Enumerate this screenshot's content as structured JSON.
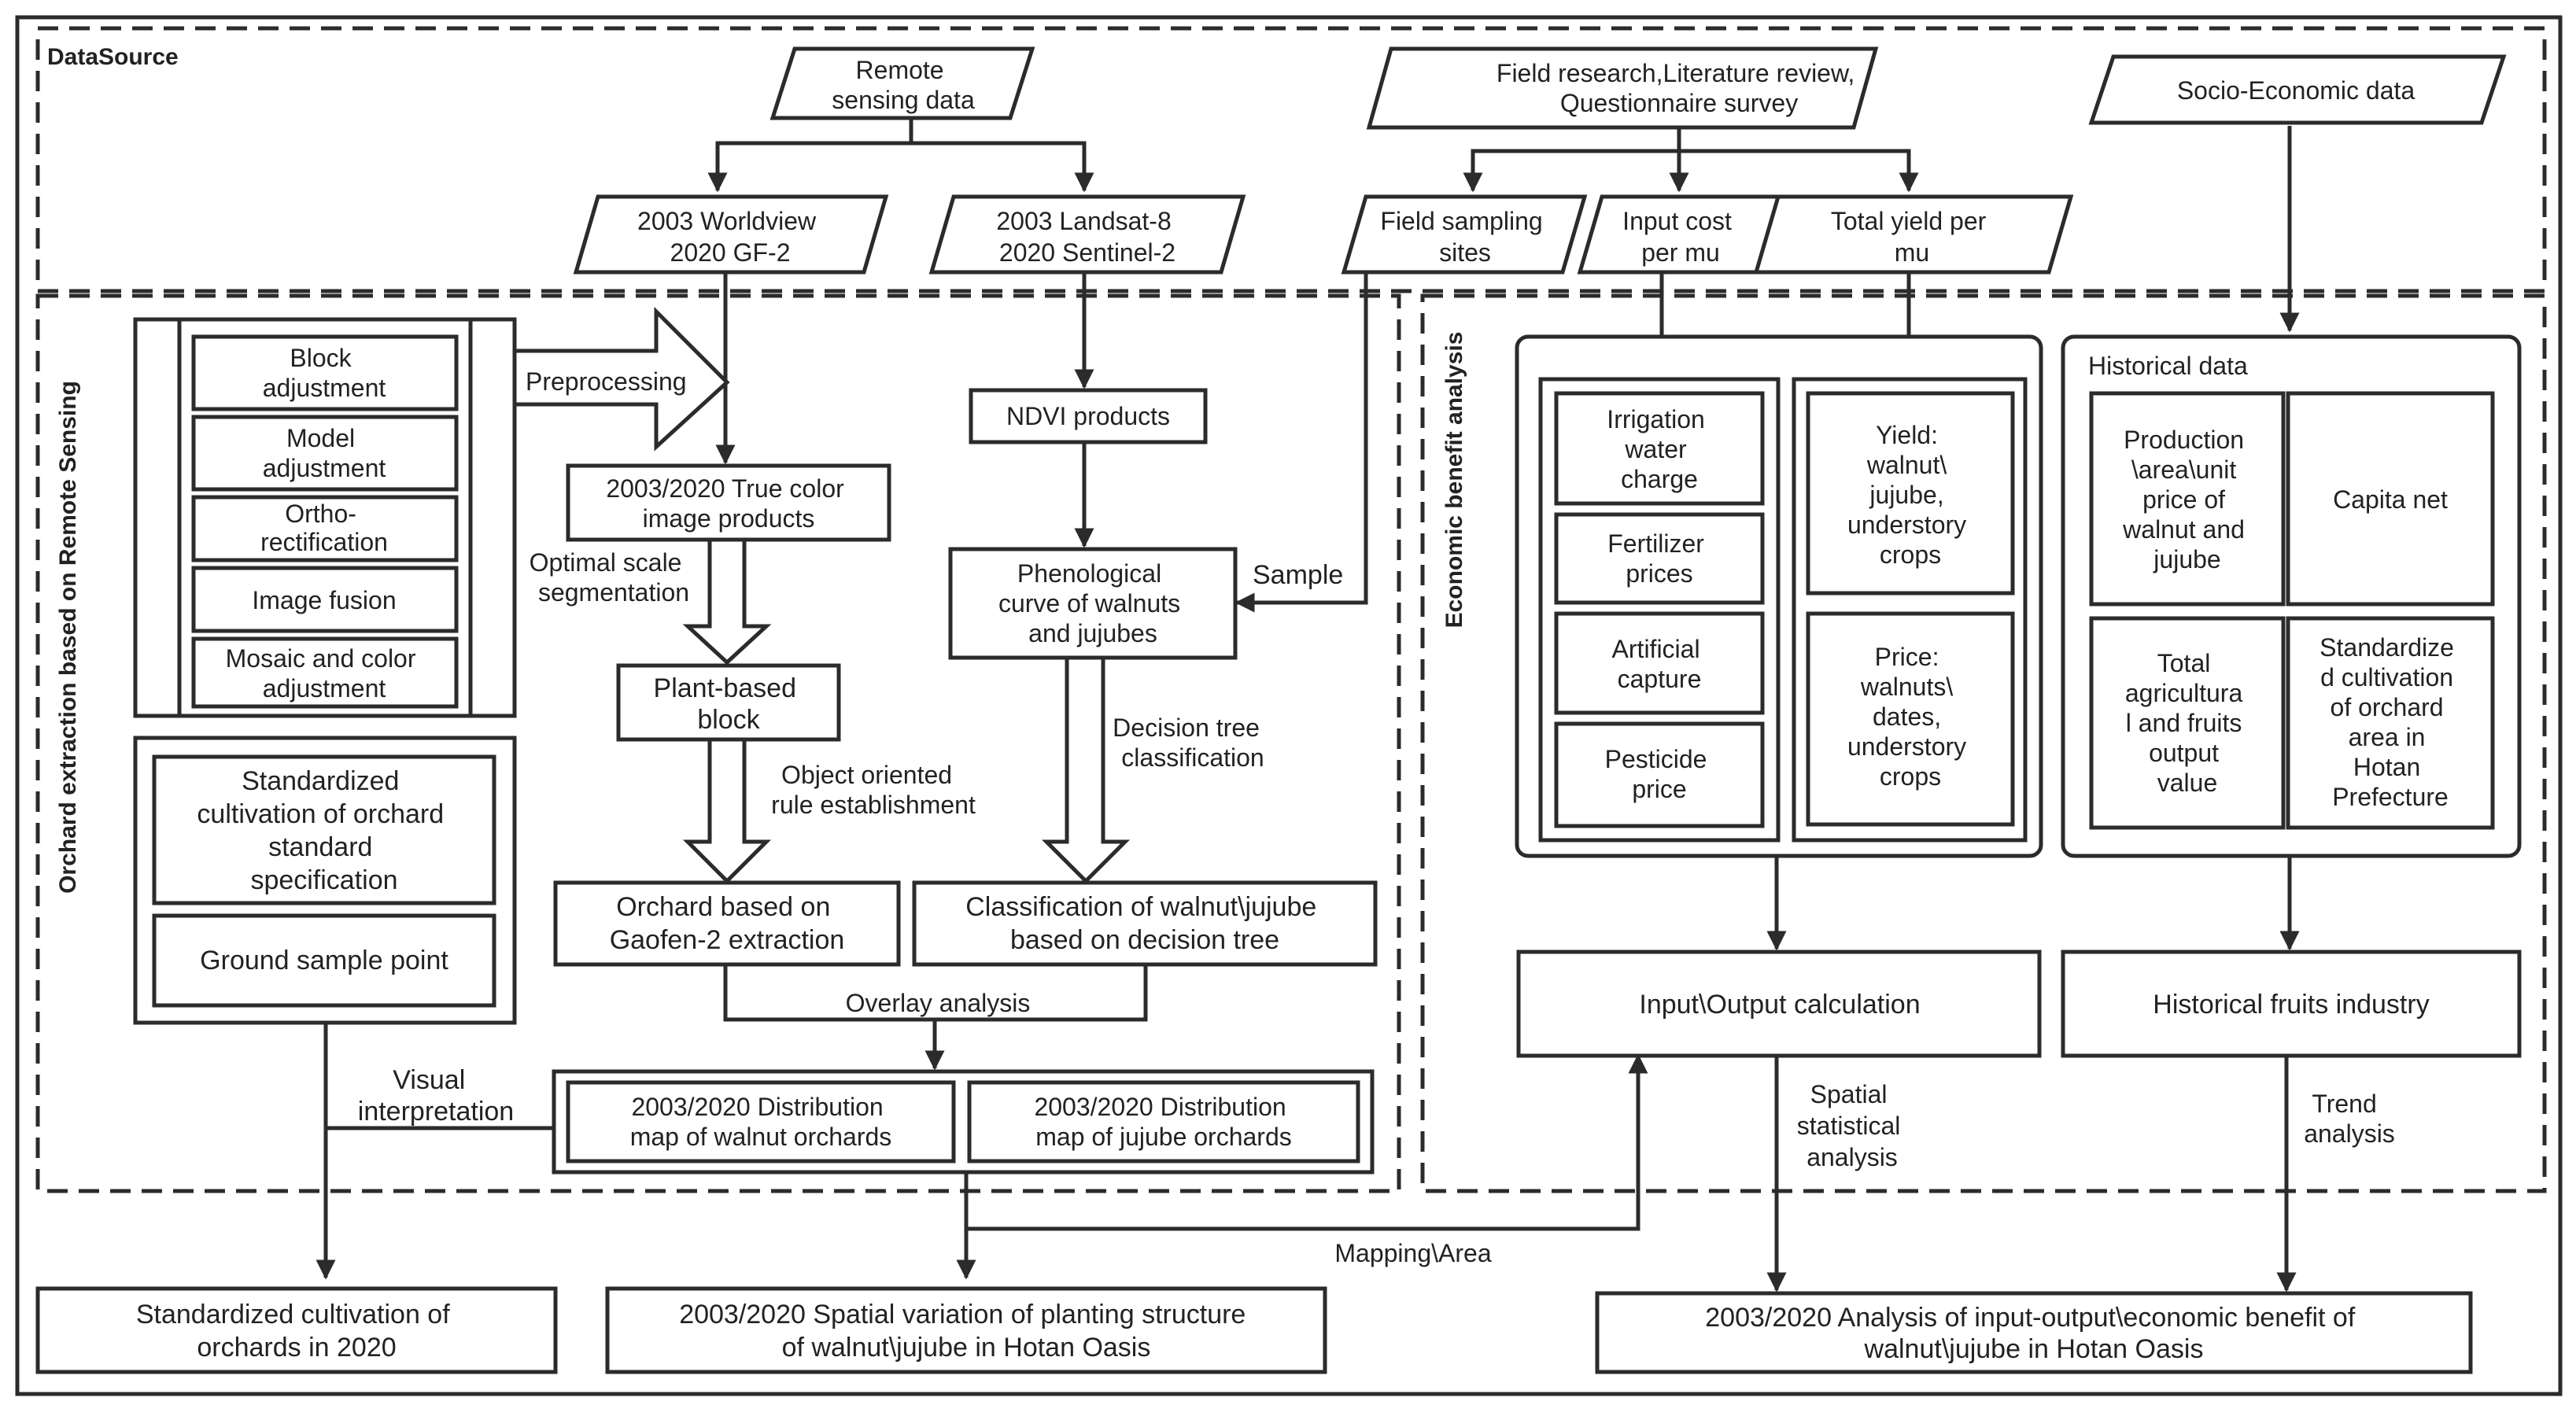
{
  "sections": {
    "datasource": "DataSource",
    "orchard": "Orchard extraction based on Remote Sensing",
    "economic": "Economic benefit analysis"
  },
  "sources": {
    "remote": [
      "Remote",
      "sensing data"
    ],
    "field": [
      "Field research,Literature review,",
      "Questionnaire survey"
    ],
    "socio": [
      "Socio-Economic data"
    ],
    "worldview": [
      "2003 Worldview",
      "2020 GF-2"
    ],
    "landsat": [
      "2003 Landsat-8",
      "2020 Sentinel-2"
    ],
    "sampling": [
      "Field sampling",
      "sites"
    ],
    "input_cost": [
      "Input cost",
      "per mu"
    ],
    "total_yield": [
      "Total yield per",
      "mu"
    ]
  },
  "preprocessing": {
    "steps": [
      [
        "Block",
        "adjustment"
      ],
      [
        "Model",
        "adjustment"
      ],
      [
        "Ortho-",
        "rectification"
      ],
      [
        "Image fusion"
      ],
      [
        "Mosaic and color",
        "adjustment"
      ]
    ],
    "arrow_label": "Preprocessing"
  },
  "standards": {
    "spec": [
      "Standardized",
      "cultivation of orchard",
      "standard",
      "specification"
    ],
    "ground": [
      "Ground sample point"
    ]
  },
  "process": {
    "true_color": [
      "2003/2020 True color",
      "image products"
    ],
    "ndvi": [
      "NDVI products"
    ],
    "phenology": [
      "Phenological",
      "curve of walnuts",
      "and jujubes"
    ],
    "plant_block": [
      "Plant-based",
      "block"
    ],
    "orchard_gf2": [
      "Orchard based on",
      "Gaofen-2 extraction"
    ],
    "classification": [
      "Classification of walnut\\jujube",
      "based on decision tree"
    ],
    "walnut_map": [
      "2003/2020 Distribution",
      "map of walnut orchards"
    ],
    "jujube_map": [
      "2003/2020 Distribution",
      "map of jujube orchards"
    ]
  },
  "edge_labels": {
    "segmentation": [
      "Optimal scale",
      "segmentation"
    ],
    "rule": [
      "Object oriented",
      "rule establishment"
    ],
    "decision": [
      "Decision tree",
      "classification"
    ],
    "sample": [
      "Sample"
    ],
    "overlay": [
      "Overlay analysis"
    ],
    "visual": [
      "Visual",
      "interpretation"
    ],
    "mapping": [
      "Mapping\\Area"
    ],
    "spatial_stat": [
      "Spatial",
      "statistical",
      "analysis"
    ],
    "trend": [
      "Trend",
      "analysis"
    ]
  },
  "economic": {
    "cost_items": [
      [
        "Irrigation",
        "water",
        "charge"
      ],
      [
        "Fertilizer",
        "prices"
      ],
      [
        "Artificial",
        "capture"
      ],
      [
        "Pesticide",
        "price"
      ]
    ],
    "yield": [
      "Yield:",
      "walnut\\",
      "jujube,",
      "understory",
      "crops"
    ],
    "price": [
      "Price:",
      "walnuts\\",
      "dates,",
      "understory",
      "crops"
    ],
    "historical_title": "Historical data",
    "historical_items": [
      [
        "Production",
        "\\area\\unit",
        "price of",
        "walnut and",
        "jujube"
      ],
      [
        "Capita net"
      ],
      [
        "Total",
        "agricultura",
        "l and fruits",
        "output",
        "value"
      ],
      [
        "Standardize",
        "d cultivation",
        "of orchard",
        "area in",
        "Hotan",
        "Prefecture"
      ]
    ],
    "io_calc": [
      "Input\\Output calculation"
    ],
    "hist_industry": [
      "Historical fruits industry"
    ]
  },
  "outputs": {
    "standardized": [
      "Standardized cultivation of",
      "orchards in 2020"
    ],
    "spatial": [
      "2003/2020 Spatial variation of planting structure",
      "of walnut\\jujube in Hotan Oasis"
    ],
    "economic": [
      "2003/2020 Analysis of input-output\\economic benefit of",
      "walnut\\jujube in Hotan Oasis"
    ]
  }
}
